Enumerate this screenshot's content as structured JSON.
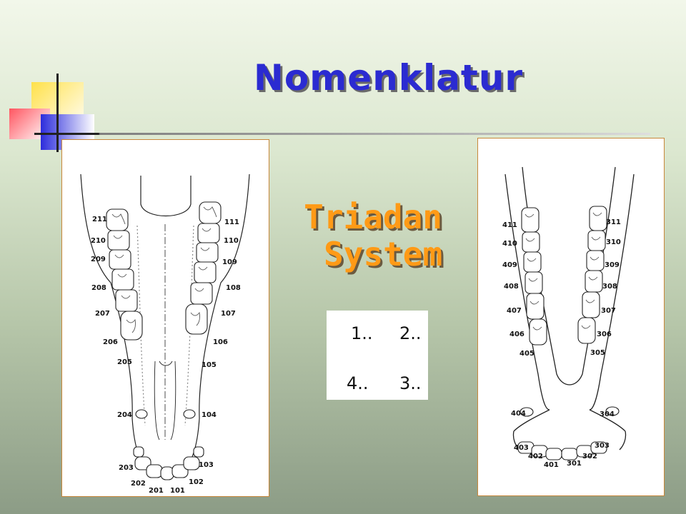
{
  "title": "Nomenklatur",
  "subtitle": {
    "line1": "Triadan",
    "line2": "System"
  },
  "quadrants": {
    "q1": "1..",
    "q2": "2..",
    "q3": "3..",
    "q4": "4.."
  },
  "colors": {
    "title": "#2b2bd1",
    "subtitle": "#ff9a16",
    "panel_border": "#c8873a"
  },
  "upper_jaw": {
    "left_labels": [
      "211",
      "210",
      "209",
      "208",
      "207",
      "206",
      "205",
      "204",
      "203",
      "202",
      "201"
    ],
    "right_labels": [
      "111",
      "110",
      "109",
      "108",
      "107",
      "106",
      "105",
      "104",
      "103",
      "102",
      "101"
    ]
  },
  "lower_jaw": {
    "left_labels": [
      "411",
      "410",
      "409",
      "408",
      "407",
      "406",
      "405",
      "404",
      "403",
      "402",
      "401"
    ],
    "right_labels": [
      "311",
      "310",
      "309",
      "308",
      "307",
      "306",
      "305",
      "304",
      "303",
      "302",
      "301"
    ]
  }
}
